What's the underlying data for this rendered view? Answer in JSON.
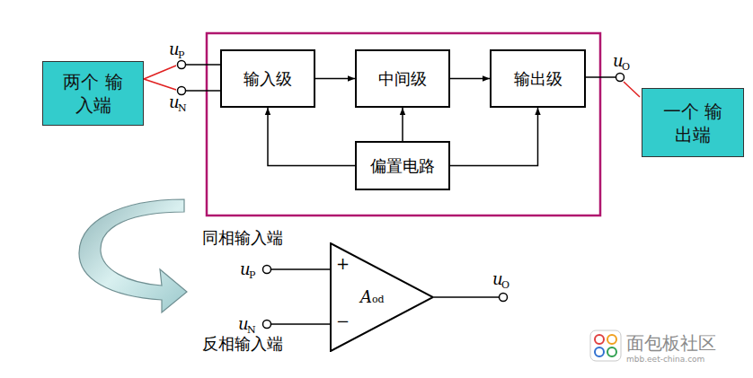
{
  "diagram": {
    "nodes": [
      {
        "text": [
          "输入级"
        ]
      },
      {
        "text": [
          "中间级"
        ]
      },
      {
        "text": [
          "输出级"
        ]
      },
      {
        "text": [
          "偏置电路"
        ]
      },
      {
        "text": [
          "两个 输入端"
        ]
      },
      {
        "text": [
          "一个 输出端"
        ]
      },
      {
        "text": [
          "A",
          "od"
        ]
      }
    ],
    "edges": [
      {
        "from": 0,
        "to": 1,
        "arrow": "to"
      },
      {
        "from": 1,
        "to": 2,
        "arrow": "to"
      },
      {
        "from": 3,
        "to": 0,
        "arrow": "to"
      },
      {
        "from": 3,
        "to": 1,
        "arrow": "to"
      },
      {
        "from": 3,
        "to": 2,
        "arrow": "to"
      }
    ],
    "labels": [
      "u",
      "P",
      "u",
      "N",
      "u",
      "O",
      "同相输入端",
      "u",
      "P",
      "+",
      "反相输入端",
      "u",
      "N",
      "−",
      "u",
      "O",
      "面包板社区",
      "mbb.eet-china.com"
    ]
  }
}
